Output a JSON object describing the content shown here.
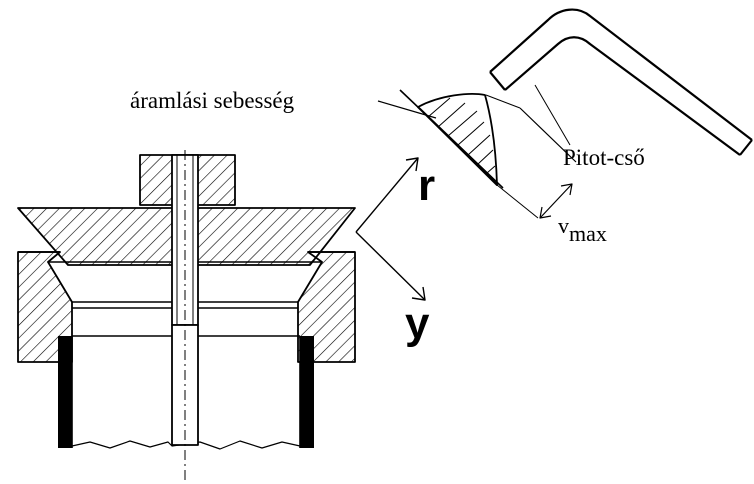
{
  "labels": {
    "flow_velocity": "áramlási sebesség",
    "pitot_tube": "Pitot-cső",
    "vmax_v": "v",
    "vmax_sub": "max",
    "axis_r": "r",
    "axis_y": "y"
  }
}
